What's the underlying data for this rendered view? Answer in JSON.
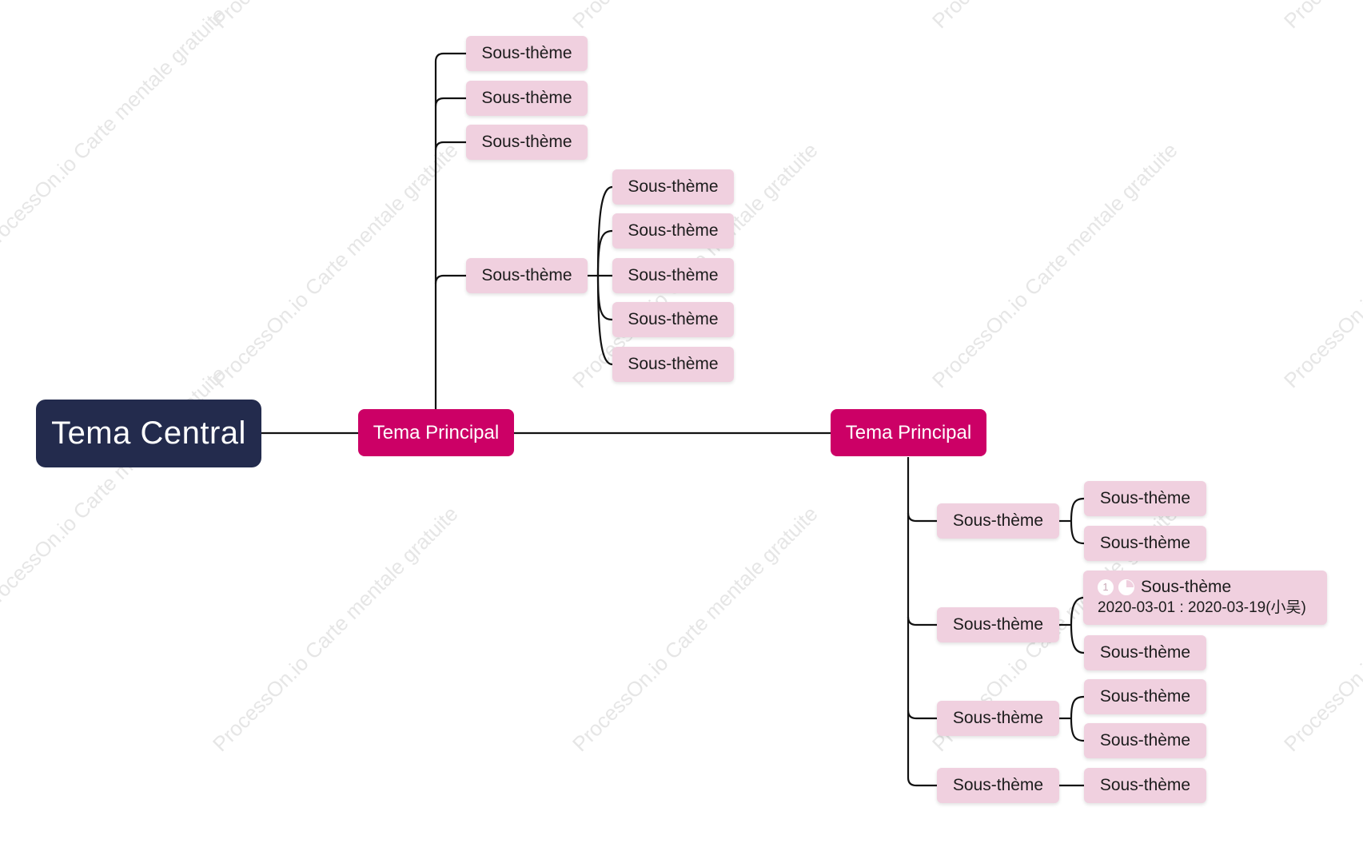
{
  "watermark_text": "ProcessOn.io Carte mentale gratuite",
  "central_topic": "Tema Central",
  "main_topics": [
    {
      "label": "Tema Principal",
      "subtopics": [
        {
          "label": "Sous-thème"
        },
        {
          "label": "Sous-thème"
        },
        {
          "label": "Sous-thème"
        },
        {
          "label": "Sous-thème",
          "children": [
            "Sous-thème",
            "Sous-thème",
            "Sous-thème",
            "Sous-thème",
            "Sous-thème"
          ]
        }
      ]
    },
    {
      "label": "Tema Principal",
      "subtopics": [
        {
          "label": "Sous-thème",
          "children": [
            "Sous-thème",
            "Sous-thème"
          ]
        },
        {
          "label": "Sous-thème",
          "task": {
            "priority": "1",
            "progress_percent": 25,
            "label": "Sous-thème",
            "schedule": "2020-03-01 : 2020-03-19(小吴)"
          },
          "children": [
            "Sous-thème"
          ]
        },
        {
          "label": "Sous-thème",
          "children": [
            "Sous-thème",
            "Sous-thème"
          ]
        },
        {
          "label": "Sous-thème",
          "children": [
            "Sous-thème"
          ]
        }
      ]
    }
  ],
  "colors": {
    "central_bg": "#232b4d",
    "main_bg": "#cc0066",
    "sub_bg": "#f0d0df",
    "connector": "#111111",
    "watermark": "#e6e6e6"
  },
  "icons": [
    "priority-1-icon",
    "progress-25-icon"
  ]
}
